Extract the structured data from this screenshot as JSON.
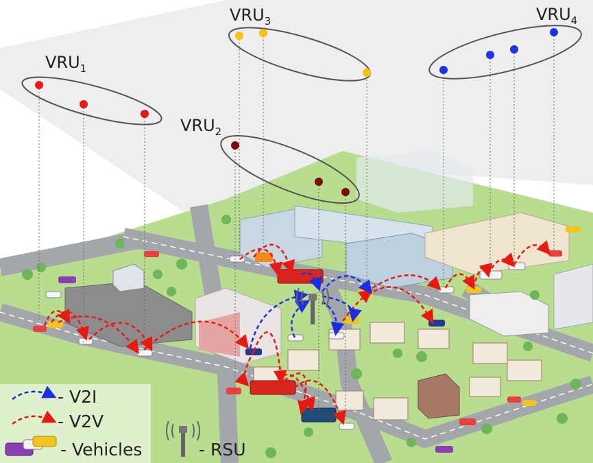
{
  "vru_groups": [
    {
      "name": "VRU",
      "subscript": "1",
      "color": "#e81818"
    },
    {
      "name": "VRU",
      "subscript": "2",
      "color": "#7a0c0c"
    },
    {
      "name": "VRU",
      "subscript": "3",
      "color": "#f7c20e"
    },
    {
      "name": "VRU",
      "subscript": "4",
      "color": "#1c34e6"
    }
  ],
  "links": {
    "v2i_color": "#1d2ee0",
    "v2v_color": "#e51b12"
  },
  "legend": {
    "v2i": "- V2I",
    "v2v": "- V2V",
    "vehicles": "- Vehicles",
    "rsu": "- RSU"
  },
  "colors": {
    "plane": "#eeeeee",
    "ground": "#b9dd8f",
    "road": "#9b9ea3",
    "building": "#c9d7e3"
  }
}
